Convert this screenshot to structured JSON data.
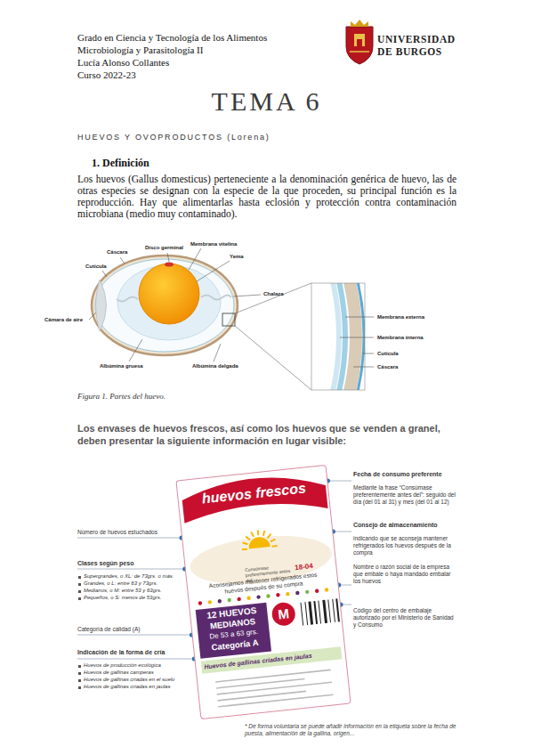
{
  "diagram": {
    "title": "TEMA 6",
    "caption": "Figura 1. Partes del huevo.",
    "nodes": [
      {
        "text": [
          "huevos frescos",
          "Consúmase preferentemente antes del:",
          "18-04",
          "Aconsejamos mantener refrigerados estos huevos después de su compra",
          "12 HUEVOS",
          "MEDIANOS",
          "De 53 a 63 grs.",
          "Categoría A",
          "Huevos de gallinas criadas en jaulas",
          "M"
        ]
      }
    ],
    "labels": [
      "Grado en Ciencia y Tecnología de los Alimentos",
      "Microbiología y Parasitología II",
      "Lucía Alonso Collantes",
      "Curso 2022-23",
      "UNIVERSIDAD DE BURGOS",
      "HUEVOS Y OVOPRODUCTOS (Lorena)",
      "1. Definición",
      "Los huevos (Gallus domesticus) perteneciente a la denominación genérica de huevo, las de otras especies se designan con la especie de la que proceden, su principal función es la reproducción. Hay que alimentarlas hasta eclosión y protección contra contaminación microbiana (medio muy contaminado).",
      "Disco germinal",
      "Membrana vitelina",
      "Cáscara",
      "Yema",
      "Cutícula",
      "Chalaza",
      "Cámara de aire",
      "Albúmina gruesa",
      "Albúmina delgada",
      "Membrana externa",
      "Membrana interna",
      "Cutícula",
      "Cáscara",
      "Los envases de huevos frescos, así como los huevos que se venden a granel, deben presentar la siguiente información en lugar visible:",
      "Fecha de consumo preferente",
      "Mediante la frase “Consúmase preferentemente antes del”: seguido del día (del 01 al 31) y mes (del 01 al 12)",
      "Número de huevos estuchados",
      "Consejo de almacenamiento",
      "indicando que se aconseja mantener refrigerados los huevos después de la compra",
      "Clases según peso",
      "Supergrandes, o XL: de 73grs. o más.",
      "Grandes, o L: entre 63 y 73grs.",
      "Medianos, o M: entre 53 y 63grs.",
      "Pequeños, o S: menos de 53grs.",
      "Nombre o razón social de la empresa que embale o haya mandado embalar los huevos",
      "Categoría de calidad (A)",
      "Código del centro de embalaje autorizado por el Ministerio de Sanidad y Consumo",
      "Indicación de la forma de cría",
      "Huevos de producción ecológica",
      "Huevos de gallinas camperas",
      "Huevos de gallinas criadas en el suelo",
      "Huevos de gallinas criadas en jaulas",
      "* De forma voluntaria se puede añadir información en la etiqueta sobre la fecha de puesta, alimentación de la gallina, origen..."
    ]
  }
}
